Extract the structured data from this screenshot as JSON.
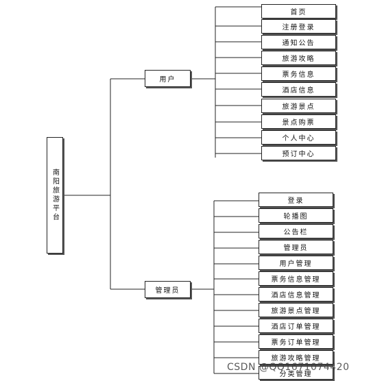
{
  "root": {
    "label": "南阳旅游平台"
  },
  "branches": [
    {
      "label": "用户",
      "children": [
        "首页",
        "注册登录",
        "通知公告",
        "旅游攻略",
        "票务信息",
        "酒店信息",
        "旅游景点",
        "景点购票",
        "个人中心",
        "预订中心"
      ]
    },
    {
      "label": "管理员",
      "children": [
        "登录",
        "轮播图",
        "公告栏",
        "管理员",
        "用户管理",
        "票务信息管理",
        "酒店信息管理",
        "旅游景点管理",
        "酒店订单管理",
        "票务订单管理",
        "旅游攻略管理",
        "分类管理"
      ]
    }
  ],
  "watermark": "CSDN @QQ1671074420",
  "colors": {
    "line": "#222222",
    "box_border": "#222222",
    "shadow": "#555555"
  }
}
